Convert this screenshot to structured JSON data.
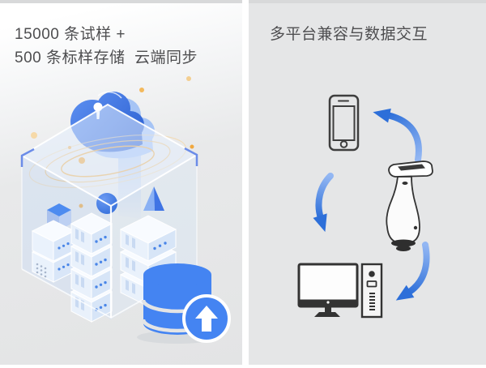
{
  "left_panel": {
    "title_line1": "15000 条试样 +",
    "title_line2": "500 条标样存储  云端同步",
    "illustration_icons": [
      "cloud-lock-icon",
      "orbit-rings",
      "storage-cube",
      "geometric-shapes",
      "server-racks",
      "database-icon",
      "upload-arrow-icon"
    ]
  },
  "right_panel": {
    "title": "多平台兼容与数据交互",
    "illustration_icons": [
      "smartphone-icon",
      "handheld-colorimeter-icon",
      "desktop-computer-icon",
      "sync-arrows"
    ]
  },
  "colors": {
    "cloud_blue_light": "#5b8ef0",
    "cloud_blue_dark": "#2a5ed0",
    "database_blue": "#4484f2",
    "ring_gold": "#f1a83e",
    "arrow_blue_dark": "#2d6fd9",
    "arrow_blue_light": "#93b7f3",
    "panel_gray": "#e5e6e7",
    "top_strip_gray": "#d8d9da",
    "text_color": "#4e4e50",
    "line_icon_color": "#333333"
  }
}
